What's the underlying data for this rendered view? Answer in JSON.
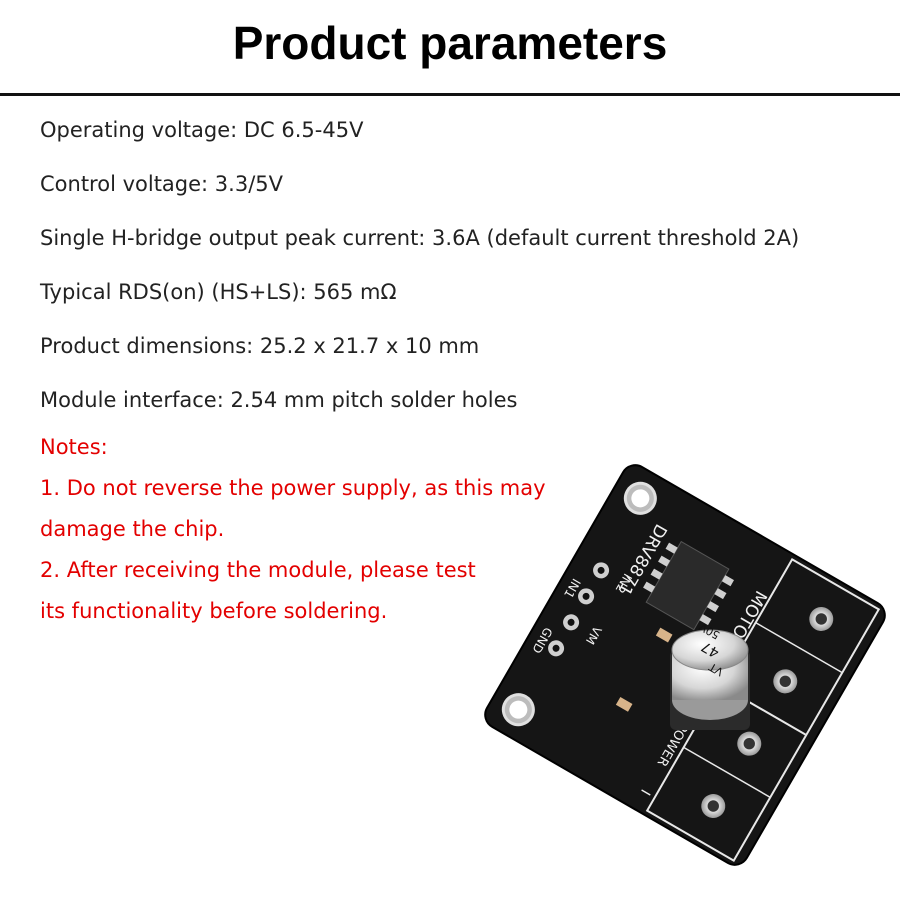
{
  "title": "Product parameters",
  "parameters": [
    "Operating voltage: DC 6.5-45V",
    "Control voltage: 3.3/5V",
    "Single H-bridge output peak current: 3.6A (default current threshold 2A)",
    "Typical RDS(on) (HS+LS): 565 mΩ",
    "Product dimensions: 25.2 x 21.7 x 10 mm",
    "Module interface: 2.54 mm pitch solder holes"
  ],
  "notes": {
    "heading": "Notes:",
    "lines": [
      "1. Do not reverse the power supply, as this may",
      "damage the chip.",
      "2. After receiving the module, please test",
      "its functionality before soldering."
    ]
  },
  "board_labels": {
    "chip": "DRV8871",
    "motor": "MOTOR",
    "power": "POWER",
    "capacitor_value": "47",
    "capacitor_voltage": "50V",
    "capacitor_code": "VT",
    "pins": [
      "IN2",
      "IN1",
      "VM",
      "GND"
    ],
    "power_plus": "+",
    "power_minus": "−"
  }
}
